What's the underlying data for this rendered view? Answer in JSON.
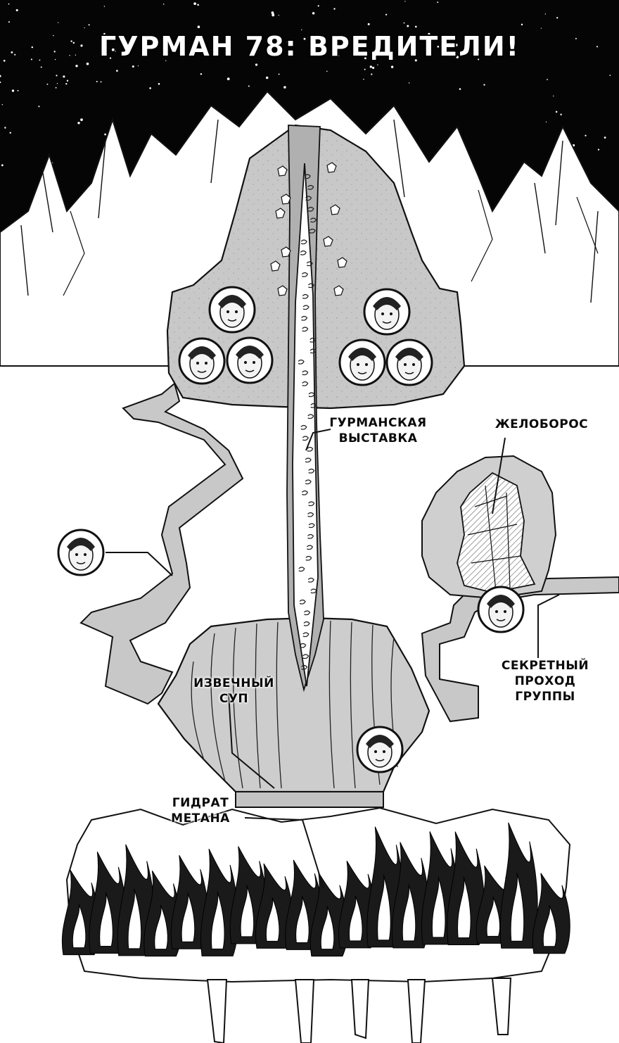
{
  "chapter": {
    "title": "ГУРМАН 78: ВРЕДИТЕЛИ!"
  },
  "labels": {
    "gourmet_showcase": [
      "ГУРМАНСКАЯ",
      "ВЫСТАВКА"
    ],
    "zheloboros": [
      "ЖЕЛОБОРОС"
    ],
    "ancient_soup": [
      "ИЗВЕЧНЫЙ",
      "СУП"
    ],
    "secret_passage": [
      "СЕКРЕТНЫЙ",
      "ПРОХОД",
      "ГРУППЫ"
    ],
    "methane_hydrate": [
      "ГИДРАТ",
      "МЕТАНА"
    ]
  },
  "colors": {
    "sky": "#050505",
    "stars": "#ffffff",
    "cave_fill": "#cfcfcf",
    "ink": "#111111",
    "paper": "#ffffff",
    "flame": "#1a1a1a"
  },
  "icons": {
    "portraits": "character-portrait-icon",
    "stars": "star-icon",
    "flames": "flame-icon"
  }
}
